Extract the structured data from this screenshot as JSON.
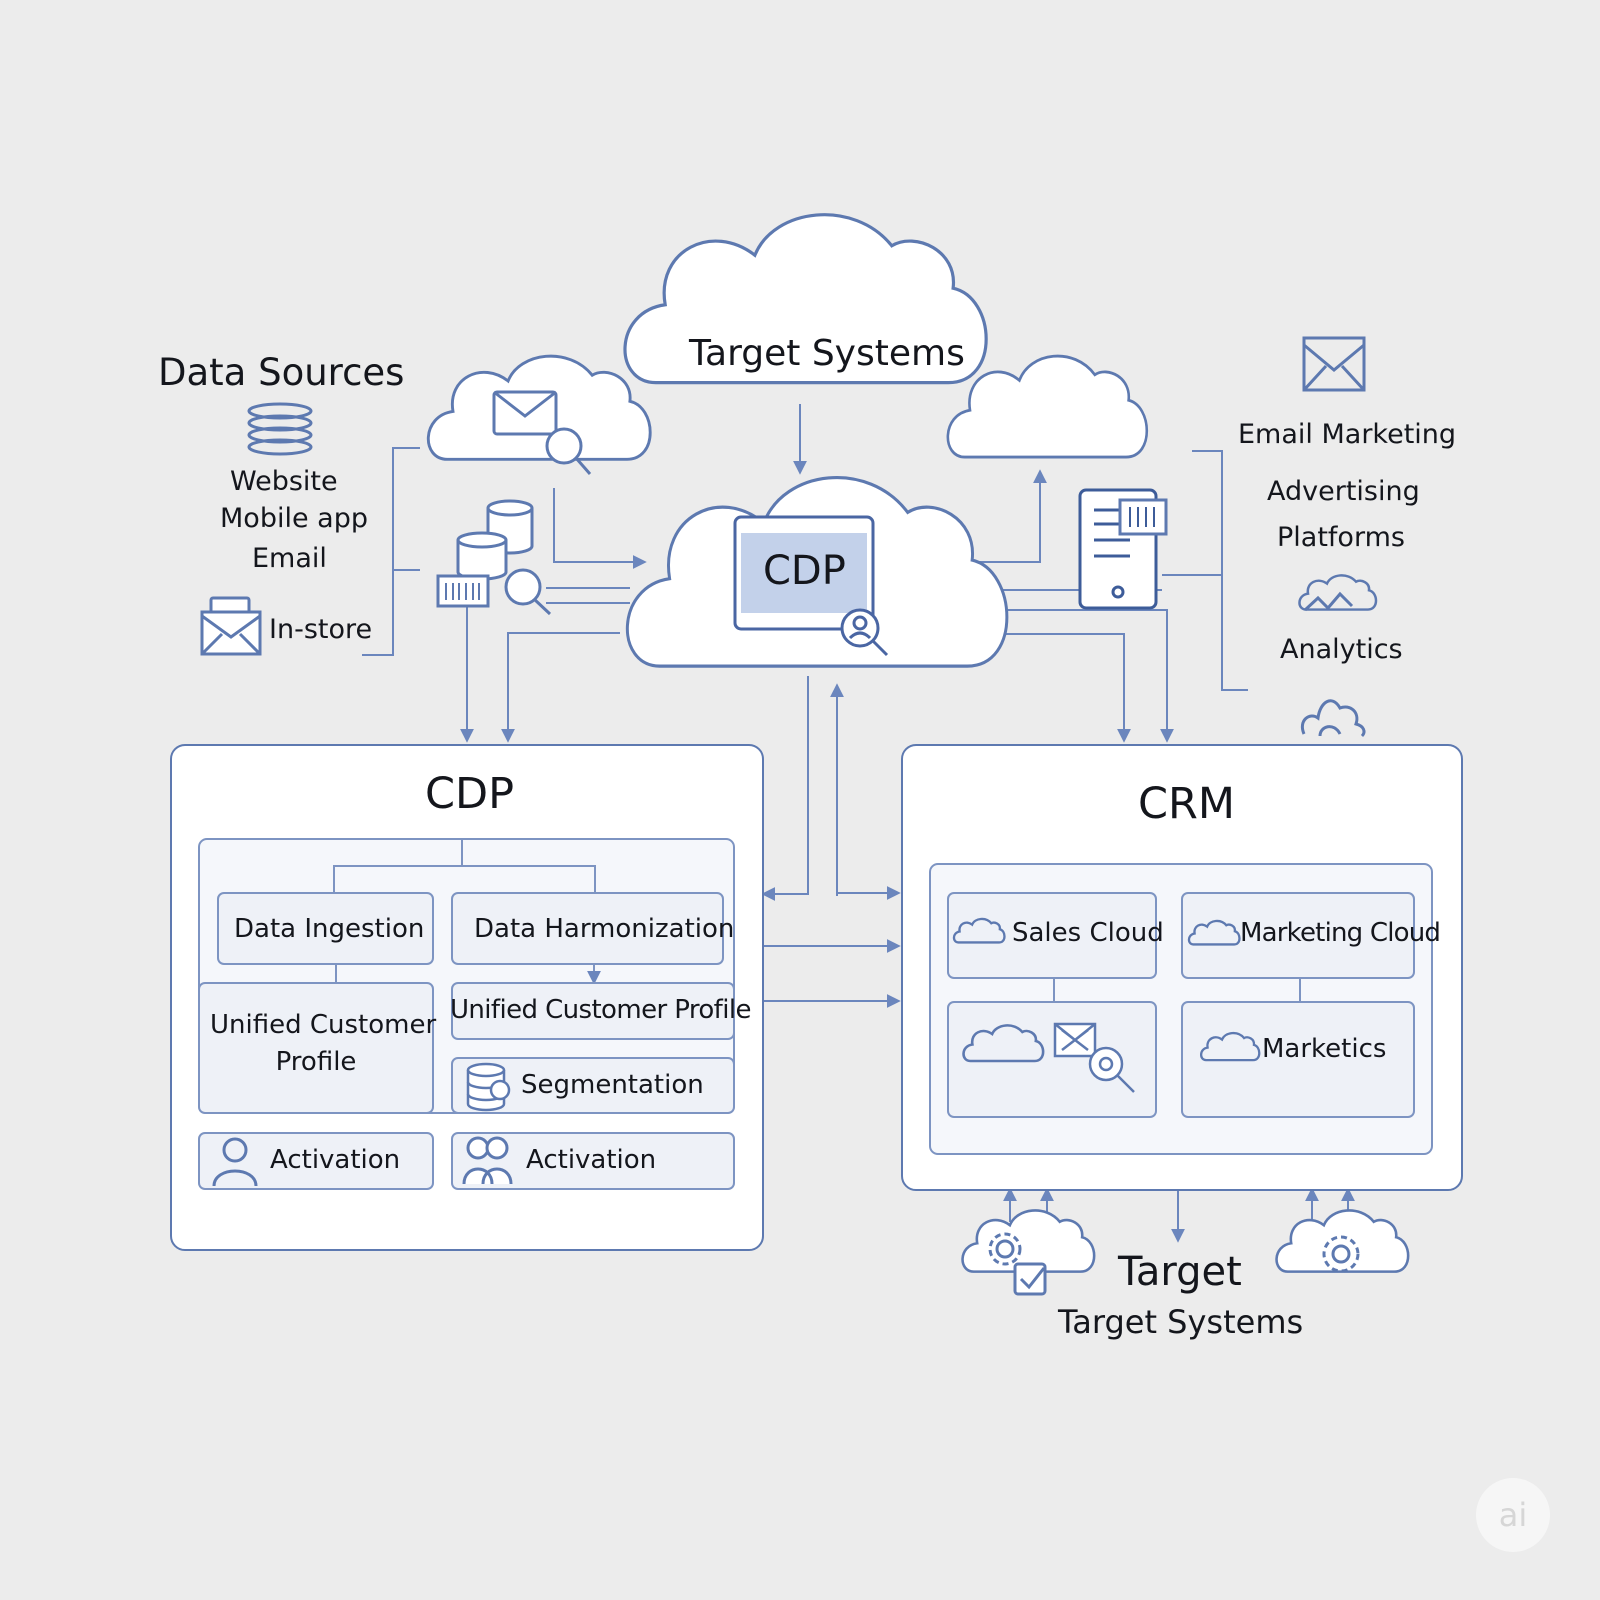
{
  "data_sources": {
    "title": "Data Sources",
    "items": [
      "Website",
      "Mobile app",
      "Email",
      "In-store"
    ]
  },
  "top_cloud": {
    "label": "Target Systems"
  },
  "center_cloud": {
    "label": "CDP"
  },
  "right_list": {
    "items": [
      "Email Marketing",
      "Advertising",
      "Platforms",
      "Analytics"
    ]
  },
  "cdp_panel": {
    "title": "CDP",
    "cards": {
      "data_ingestion": "Data Ingestion",
      "data_harmonization": "Data Harmonization",
      "unified_left": "Unified Customer\nProfile",
      "unified_right": "Unified Customer Profile",
      "segmentation": "Segmentation",
      "activation_left": "Activation",
      "activation_right": "Activation"
    }
  },
  "crm_panel": {
    "title": "CRM",
    "cards": {
      "sales_cloud": "Sales Cloud",
      "marketing_cloud": "Marketing Cloud",
      "marketics": "Marketics"
    }
  },
  "bottom": {
    "title": "Target",
    "subtitle": "Target Systems"
  },
  "watermark": "ai",
  "colors": {
    "background": "#ececec",
    "stroke": "#5d79b0",
    "connector": "#6b86bd",
    "fill": "#ffffff",
    "card_fill": "#eef1f7",
    "cdp_screen": "#c3d1ea"
  }
}
